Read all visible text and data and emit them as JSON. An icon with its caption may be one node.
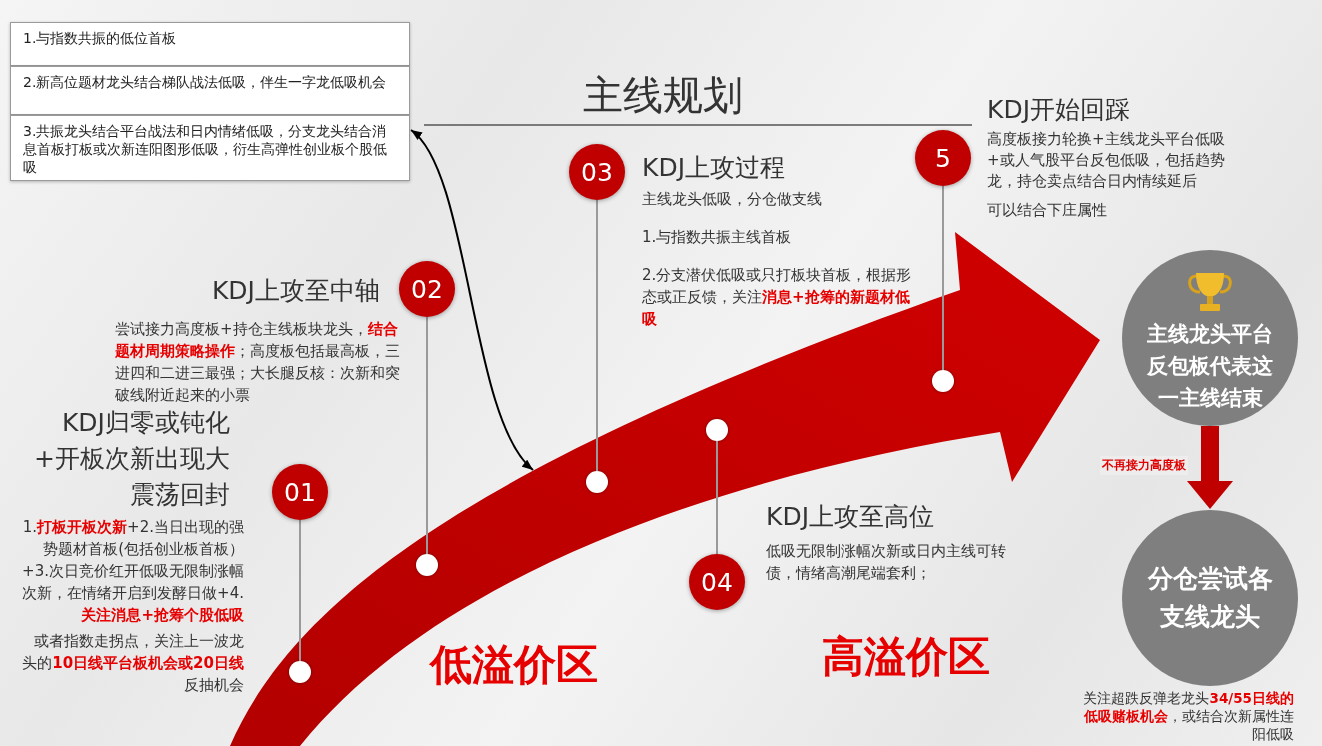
{
  "diagram": {
    "title": "主线规划",
    "nodes": [
      {
        "text": [
          "1.与指数共振的低位首板"
        ]
      },
      {
        "text": [
          "2.新高位题材龙头结合梯队战法低吸，伴生一字龙低吸机会"
        ]
      },
      {
        "text": [
          "3.共振龙头结合平台战法和日内情绪低吸，分支龙头结合消息首板打板或次新连阳图形低吸，衍生高弹性创业板个股低吸"
        ]
      },
      {
        "text": [
          "01"
        ],
        "beside": [
          "KDJ归零或钝化+开板次新出现大震荡回封",
          "1.**打板开板次新**+2.当日出现的强势题材首板(包括创业板首板）+3.次日竞价红开低吸无限制涨幅次新，在情绪开启到发酵日做+4.**关注消息+抢筹个股低吸**",
          "或者指数走拐点，关注上一波龙头的**10日线平台板机会或20日线**反抽机会"
        ]
      },
      {
        "text": [
          "02"
        ],
        "beside": [
          "KDJ上攻至中轴",
          "尝试接力高度板+持仓主线板块龙头，**结合题材周期策略操作**；高度板包括最高板，三进四和二进三最强；大长腿反核：次新和突破线附近起来的小票"
        ]
      },
      {
        "text": [
          "03"
        ],
        "beside": [
          "KDJ上攻过程",
          "主线龙头低吸，分仓做支线",
          "1.与指数共振主线首板",
          "2.分支潜伏低吸或只打板块首板，根据形态或正反馈，关注**消息+抢筹的新题材低吸**"
        ]
      },
      {
        "text": [
          "04"
        ],
        "beside": [
          "KDJ上攻至高位",
          "低吸无限制涨幅次新或日内主线可转债，情绪高潮尾端套利；"
        ]
      },
      {
        "text": [
          "5"
        ],
        "beside": [
          "KDJ开始回踩",
          "高度板接力轮换+主线龙头平台低吸+或人气股平台反包低吸，包括趋势龙，持仓卖点结合日内情续延后",
          "可以结合下庄属性"
        ]
      },
      {
        "text": [],
        "shape": "arrow"
      },
      {
        "text": [],
        "shape": "circle",
        "in": 8
      },
      {
        "text": [],
        "shape": "circle",
        "in": 8
      },
      {
        "text": [],
        "shape": "circle",
        "in": 8
      },
      {
        "text": [],
        "shape": "circle",
        "in": 8
      },
      {
        "text": [],
        "shape": "circle",
        "in": 8
      },
      {
        "text": [
          "主线龙头平台反包板代表这一主线结束"
        ]
      },
      {
        "text": [
          "分仓尝试各支线龙头"
        ],
        "beside": [
          "关注超跌反弹老龙头**34/55日线的低吸赌板机会**，或结合次新属性连阳低吸"
        ]
      }
    ],
    "edges": [
      {
        "from": 2,
        "to": 8,
        "arrow": "both",
        "color": "#000000"
      },
      {
        "from": 3,
        "to": 9,
        "arrow": "none"
      },
      {
        "from": 4,
        "to": 10,
        "arrow": "none"
      },
      {
        "from": 5,
        "to": 11,
        "arrow": "none"
      },
      {
        "from": 6,
        "to": 12,
        "arrow": "none"
      },
      {
        "from": 7,
        "to": 13,
        "arrow": "none"
      },
      {
        "from": 14,
        "to": 15,
        "arrow": "to",
        "label": "不再接力高度板",
        "style": "thick",
        "color": "#c00000"
      }
    ],
    "labels": [
      "低溢价区",
      "高溢价区"
    ]
  }
}
